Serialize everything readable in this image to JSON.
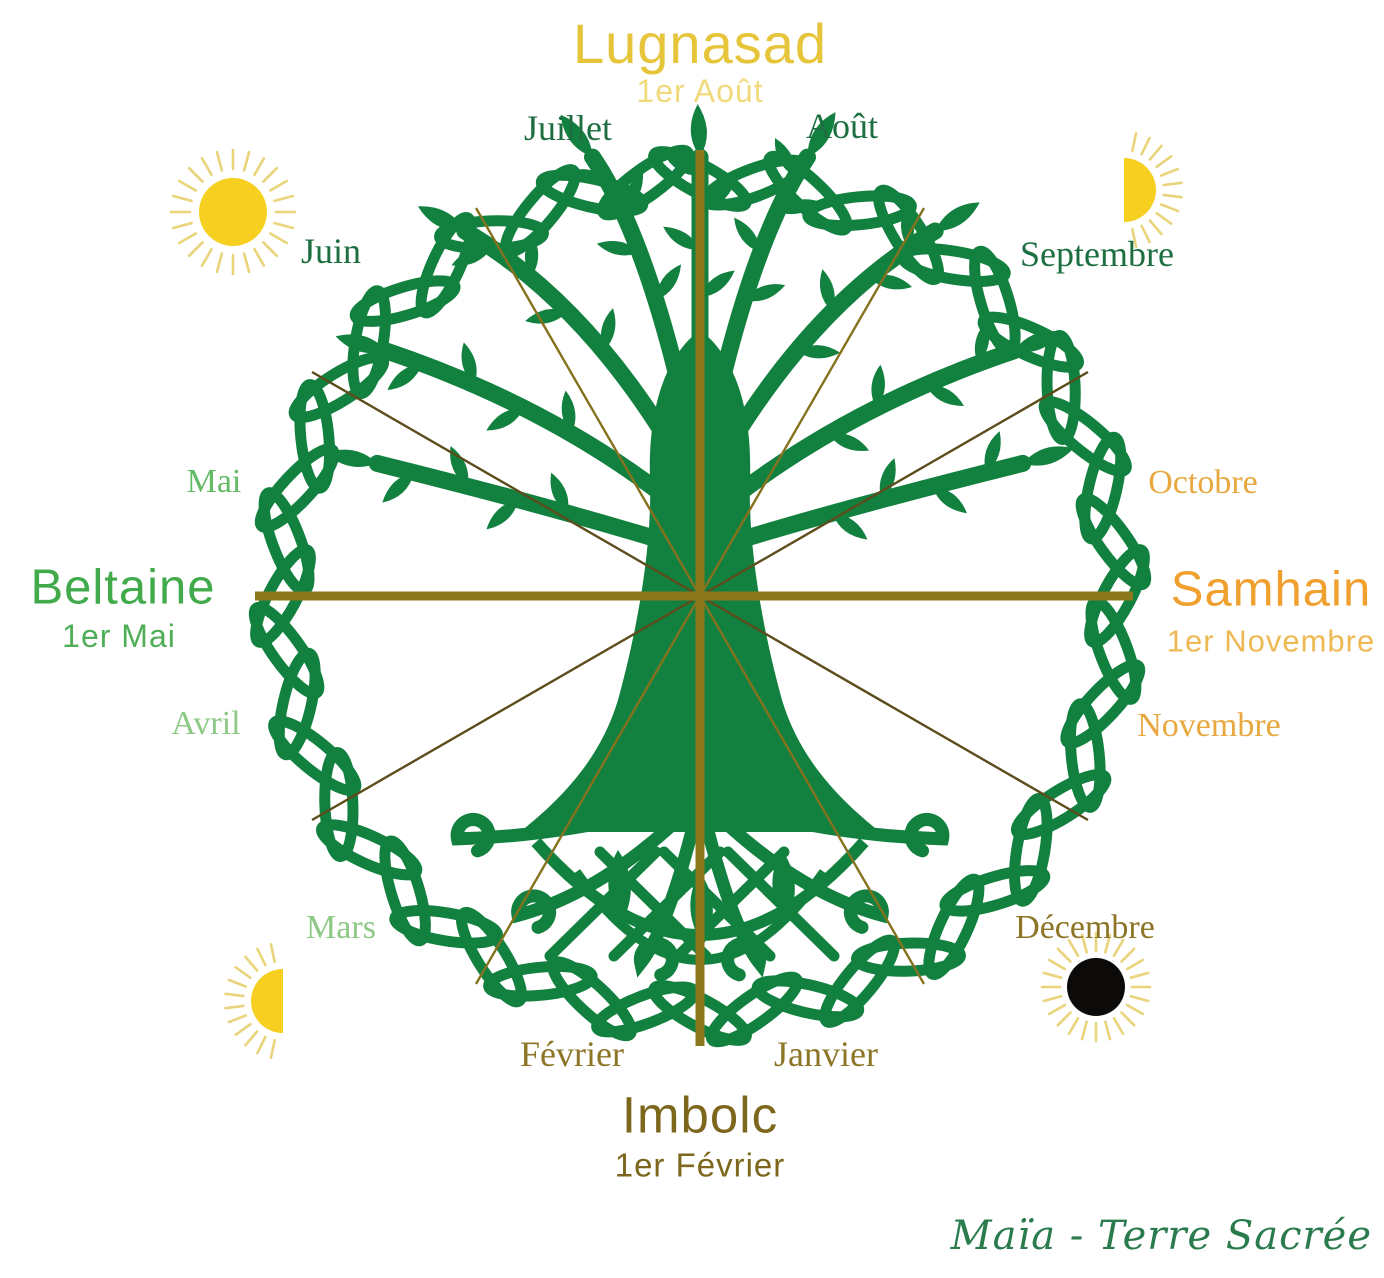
{
  "festivals": [
    {
      "name": "Lugnasad",
      "date": "1er Août",
      "position": "top",
      "name_color": "#e7c53a",
      "date_color": "#f0da7c"
    },
    {
      "name": "Samhain",
      "date": "1er Novembre",
      "position": "right",
      "name_color": "#f0a02f",
      "date_color": "#eeb954"
    },
    {
      "name": "Imbolc",
      "date": "1er Février",
      "position": "bottom",
      "name_color": "#7d671c",
      "date_color": "#7d671c"
    },
    {
      "name": "Beltaine",
      "date": "1er Mai",
      "position": "left",
      "name_color": "#41ab4c",
      "date_color": "#4fae57"
    }
  ],
  "months": [
    {
      "name": "Juillet",
      "color": "#1d6f41"
    },
    {
      "name": "Août",
      "color": "#1d6f41"
    },
    {
      "name": "Septembre",
      "color": "#1d6f41"
    },
    {
      "name": "Octobre",
      "color": "#e8a83f"
    },
    {
      "name": "Novembre",
      "color": "#e8a83f"
    },
    {
      "name": "Décembre",
      "color": "#8d7526"
    },
    {
      "name": "Janvier",
      "color": "#8d7526"
    },
    {
      "name": "Février",
      "color": "#8d7526"
    },
    {
      "name": "Mars",
      "color": "#8cc985"
    },
    {
      "name": "Avril",
      "color": "#8cc985"
    },
    {
      "name": "Mai",
      "color": "#64bb66"
    },
    {
      "name": "Juin",
      "color": "#1d6f41"
    }
  ],
  "icons": [
    {
      "name": "full-sun-icon",
      "season_position": "upper-left"
    },
    {
      "name": "half-sun-right-icon",
      "season_position": "upper-right"
    },
    {
      "name": "dark-sun-icon",
      "season_position": "lower-right"
    },
    {
      "name": "half-sun-left-icon",
      "season_position": "lower-left"
    }
  ],
  "signature": "Maïa - Terre Sacrée",
  "colors": {
    "tree_green": "#12813f",
    "axis_line": "#8c781c",
    "diagonal_line_dark": "#5d4c1c",
    "diagonal_line_olive": "#85721f",
    "sun_yellow": "#f6cf20",
    "ray_yellow": "#e9d47c",
    "dark_sun": "#0d0b09",
    "signature_green": "#2a7b4d",
    "background": "#ffffff"
  }
}
